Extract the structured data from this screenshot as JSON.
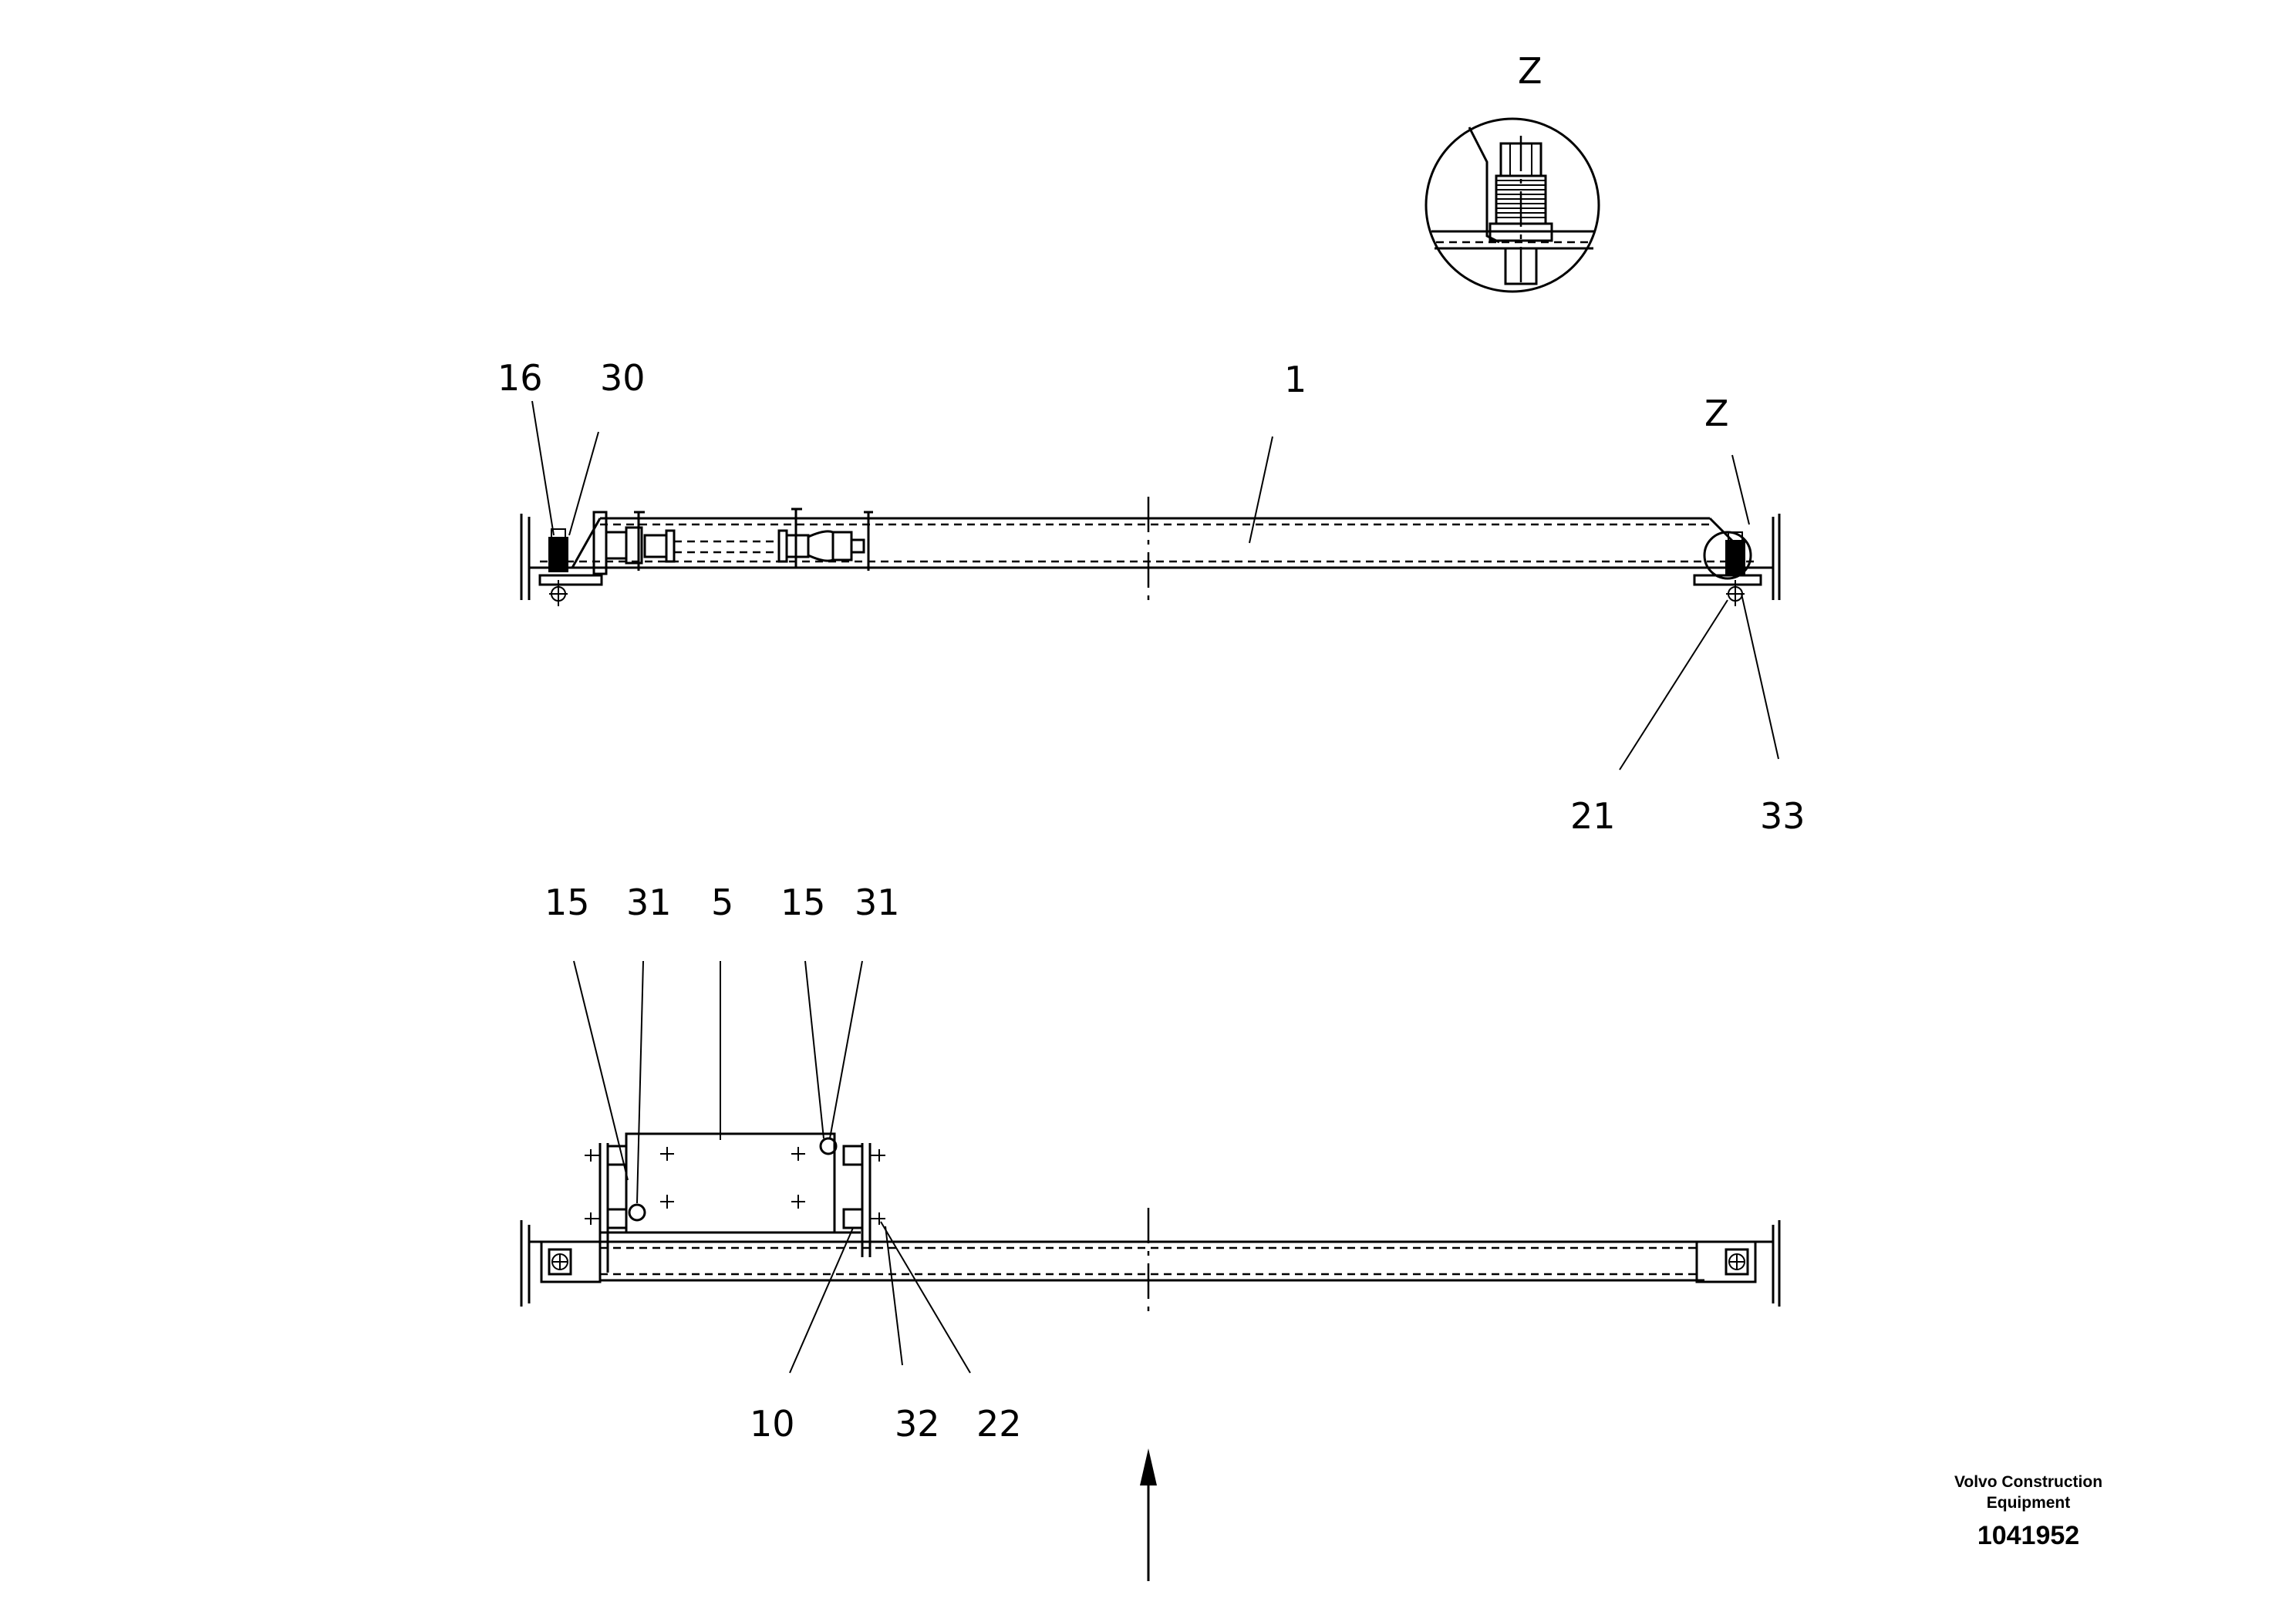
{
  "detail": {
    "label": "Z"
  },
  "top_view": {
    "callouts": {
      "c16": "16",
      "c30": "30",
      "c1": "1",
      "cz": "Z",
      "c21": "21",
      "c33": "33"
    }
  },
  "bottom_view": {
    "callouts": {
      "c15a": "15",
      "c31a": "31",
      "c5": "5",
      "c15b": "15",
      "c31b": "31",
      "c10": "10",
      "c32": "32",
      "c22": "22"
    }
  },
  "caption": {
    "line1": "Volvo Construction",
    "line2": "Equipment",
    "number": "1041952"
  }
}
